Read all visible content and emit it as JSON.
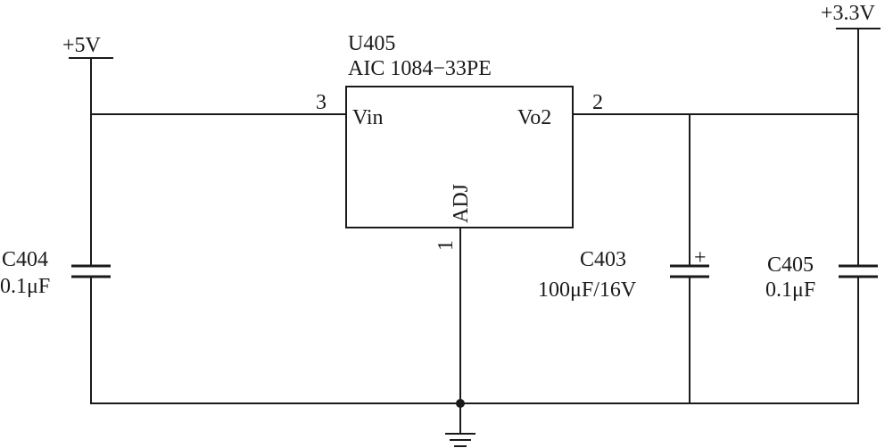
{
  "supplies": {
    "input": "+5V",
    "output": "+3.3V"
  },
  "regulator": {
    "ref": "U405",
    "part": "AIC 1084−33PE",
    "pins": {
      "vin_name": "Vin",
      "vin_number": "3",
      "vout_name": "Vo2",
      "vout_number": "2",
      "adj_name": "ADJ",
      "adj_number": "1"
    }
  },
  "capacitors": {
    "c404": {
      "ref": "C404",
      "value": "0.1μF"
    },
    "c403": {
      "ref": "C403",
      "value": "100μF/16V",
      "polarity": "+"
    },
    "c405": {
      "ref": "C405",
      "value": "0.1μF"
    }
  },
  "icons": {
    "ground": "ground-icon",
    "junction": "junction-dot"
  },
  "colors": {
    "ink": "#1a1a1a",
    "background": "#ffffff"
  }
}
